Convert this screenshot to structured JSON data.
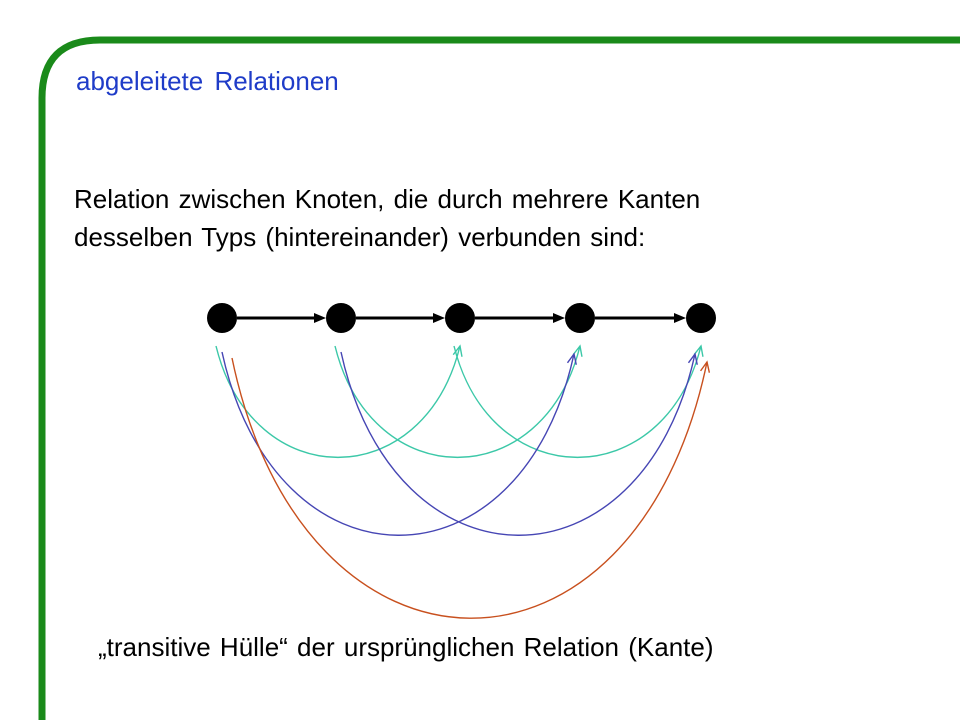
{
  "slide": {
    "title": "abgeleitete Relationen",
    "body_lines": [
      "Relation zwischen Knoten, die durch mehrere Kanten",
      "desselben Typs (hintereinander) verbunden sind:"
    ],
    "caption": "„transitive Hülle“ der ursprünglichen Relation (Kante)"
  },
  "colors": {
    "frame": "#1a8a1a",
    "title": "#1f3cc8",
    "node": "#000000",
    "arc_length_2": "#3cc8a8",
    "arc_length_3": "#4646b4",
    "arc_length_4": "#c8501e"
  },
  "graph": {
    "nodes": [
      1,
      2,
      3,
      4,
      5
    ],
    "edges": [
      [
        1,
        2
      ],
      [
        2,
        3
      ],
      [
        3,
        4
      ],
      [
        4,
        5
      ]
    ],
    "derived_edges": [
      {
        "from": 1,
        "to": 3,
        "length": 2
      },
      {
        "from": 2,
        "to": 4,
        "length": 2
      },
      {
        "from": 3,
        "to": 5,
        "length": 2
      },
      {
        "from": 1,
        "to": 4,
        "length": 3
      },
      {
        "from": 2,
        "to": 5,
        "length": 3
      },
      {
        "from": 1,
        "to": 5,
        "length": 4
      }
    ]
  }
}
